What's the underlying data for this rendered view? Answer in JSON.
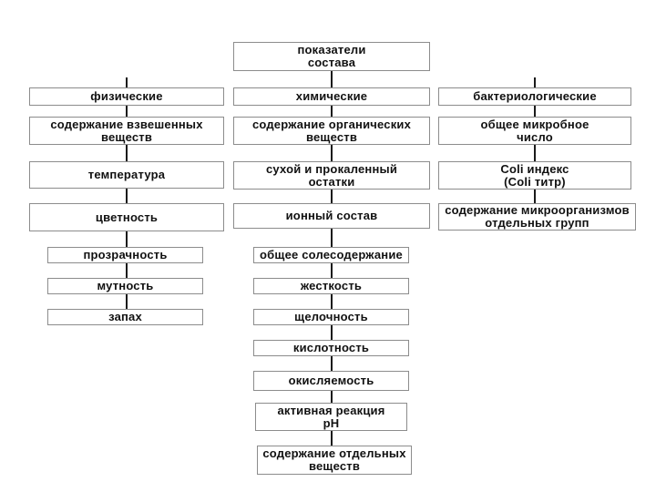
{
  "theme": {
    "bg": "#ffffff",
    "box-border": "#8c8c8c",
    "line": "#1a1a1a",
    "text": "#111111"
  },
  "diagram": {
    "type": "tree",
    "language": "ru",
    "root": {
      "label": "показатели\nсостава"
    },
    "columns": [
      {
        "id": "physical",
        "nodes": [
          {
            "label": "физические"
          },
          {
            "label": "содержание взвешенных\nвеществ"
          },
          {
            "label": "температура"
          },
          {
            "label": "цветность"
          },
          {
            "label": "прозрачность"
          },
          {
            "label": "мутность"
          },
          {
            "label": "запах"
          }
        ]
      },
      {
        "id": "chemical",
        "nodes": [
          {
            "label": "химические"
          },
          {
            "label": "содержание органических\nвеществ"
          },
          {
            "label": "сухой и прокаленный\nостатки"
          },
          {
            "label": "ионный состав"
          },
          {
            "label": "общее солесодержание"
          },
          {
            "label": "жесткость"
          },
          {
            "label": "щелочность"
          },
          {
            "label": "кислотность"
          },
          {
            "label": "окисляемость"
          },
          {
            "label": "активная реакция\nрН"
          },
          {
            "label": "содержание отдельных\nвеществ"
          }
        ]
      },
      {
        "id": "bacteriological",
        "nodes": [
          {
            "label": "бактериологические"
          },
          {
            "label": "общее микробное\nчисло"
          },
          {
            "label": "Coli индекс\n(Coli титр)"
          },
          {
            "label": "содержание микроорганизмов\nотдельных групп"
          }
        ]
      }
    ]
  }
}
